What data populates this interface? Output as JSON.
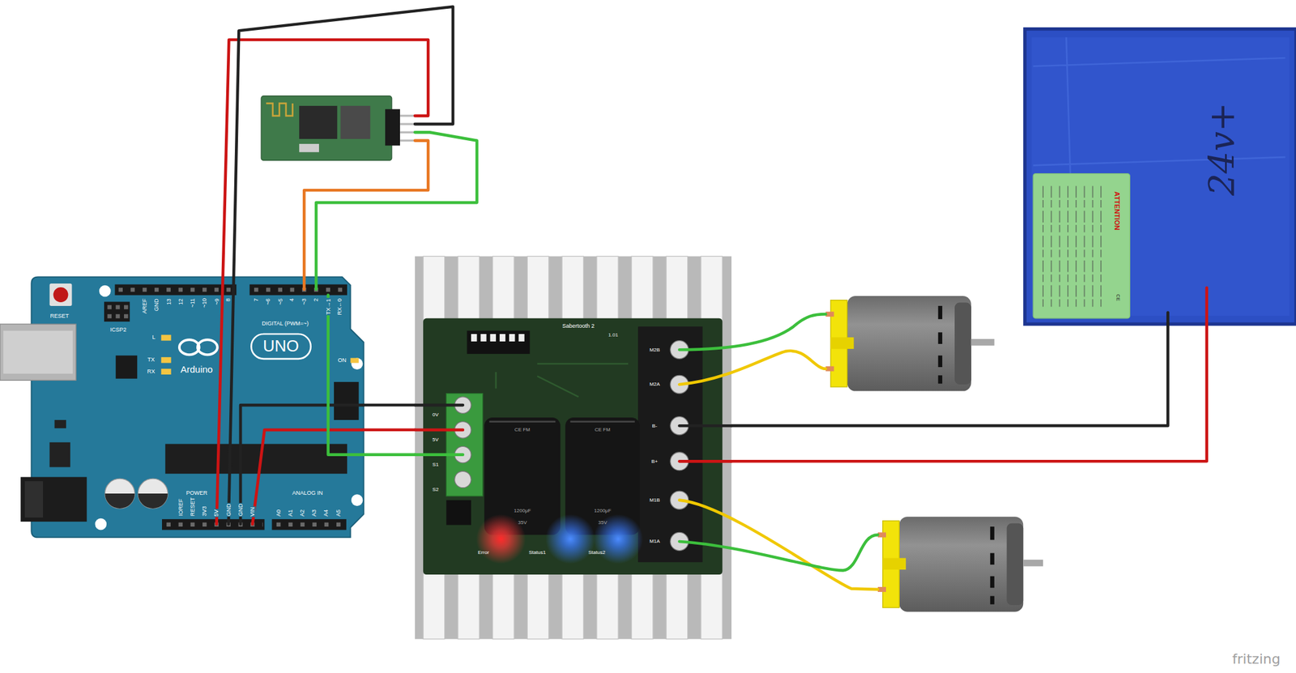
{
  "diagram": {
    "nodes": [
      {
        "text": [
          "UNO",
          "Arduino"
        ]
      },
      {
        "text": [
          "Sabertooth 2"
        ]
      },
      {
        "text": [
          "ATTENTION"
        ]
      }
    ],
    "edges": [
      {
        "from": 0,
        "to": 1,
        "arrow": "none"
      },
      {
        "from": 0,
        "to": 1,
        "arrow": "none"
      },
      {
        "from": 0,
        "to": 1,
        "arrow": "none"
      },
      {
        "from": 2,
        "to": 1,
        "arrow": "none"
      },
      {
        "from": 2,
        "to": 1,
        "arrow": "none"
      }
    ],
    "labels": [
      "RESET",
      "ICSP2",
      "AREF",
      "GND",
      "13",
      "12",
      "~11",
      "~10",
      "~9",
      "8",
      "7",
      "~6",
      "~5",
      "4",
      "~3",
      "2",
      "TX→1",
      "RX←0",
      "DIGITAL (PWM=~)",
      "L",
      "TX",
      "RX",
      "ON",
      "POWER",
      "ANALOG IN",
      "IOREF",
      "RESET",
      "3V3",
      "5V",
      "GND",
      "GND",
      "VIN",
      "A0",
      "A1",
      "A2",
      "A3",
      "A4",
      "A5",
      "1.01",
      "0V",
      "5V",
      "S1",
      "S2",
      "M2B",
      "M2A",
      "B-",
      "B+",
      "M1B",
      "M1A",
      "CE FM",
      "CE FM",
      "1200μF",
      "35V",
      "1200μF",
      "35V",
      "Error",
      "Status1",
      "Status2",
      "CE",
      "24v+",
      "fritzing"
    ]
  }
}
